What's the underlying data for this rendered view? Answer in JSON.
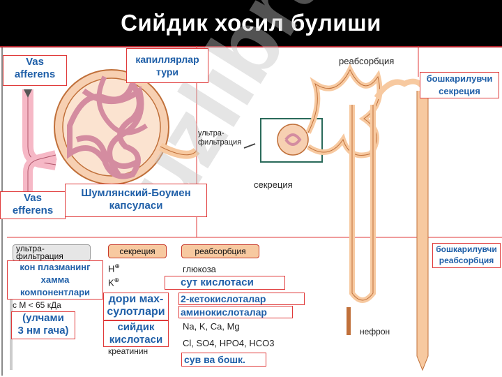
{
  "title": "Сийдик хосил булиши",
  "labels": {
    "vas_afferens": [
      "Vas",
      "afferens"
    ],
    "kapillar": [
      "капиллярлар",
      "тури"
    ],
    "vas_efferens": [
      "Vas",
      "efferens"
    ],
    "kapsula": [
      "Шумлянский-Боумен",
      "капсуласи"
    ],
    "right_secretion": [
      "бошкарилувчи",
      "секреция"
    ],
    "right_reabsorption": [
      "бошкарилувчи",
      "реабсорбция"
    ],
    "kon_plazma": [
      "кон плазманинг",
      "хамма",
      "компонентлари"
    ],
    "pore": [
      "(улчами",
      "3 нм гача)"
    ],
    "drugs": [
      "дори мах-",
      "сулотлари"
    ],
    "uric": [
      "сийдик",
      "кислотаси"
    ],
    "milk_acid": "сут кислотаси",
    "ketoacids": "2-кетокислоталар",
    "aminoacids": "аминокислоталар",
    "water_etc": "сув ва бошк."
  },
  "printed": {
    "reabsorption_top": "реабсорбция",
    "ultrafiltration": [
      "ультра-",
      "фильтрация"
    ],
    "secretion_mid": "секреция",
    "nephron": "нефрон",
    "head_ultra": [
      "ультра-",
      "фильтрация"
    ],
    "head_secretion": "секреция",
    "head_reabsorption": "реабсорбция",
    "molecular": "с M < 65 кДа",
    "h_ion": "H",
    "k_ion": "K",
    "glucose": "глюкоза",
    "cations": "Na, K, Ca, Mg",
    "anions": "Cl, SO4, HPO4, HCO3",
    "creatinine": "креатинин"
  },
  "watermark": "uzlibrary",
  "colors": {
    "label_border": "#e03a3a",
    "label_text": "#1f5fa8",
    "tubule": "#f7c9a0",
    "tubule_stroke": "#c0703a",
    "vessel": "#f6b8c6"
  }
}
